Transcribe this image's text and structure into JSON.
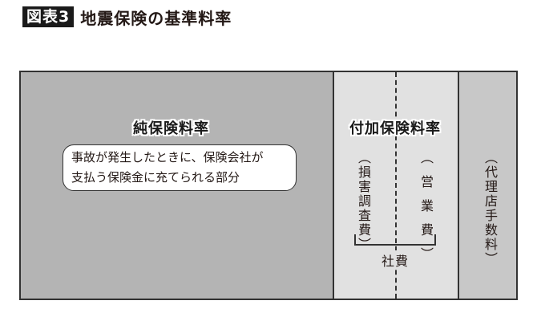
{
  "header": {
    "figure_label": "図表3",
    "title": "地震保険の基準料率"
  },
  "diagram": {
    "pure_premium": {
      "heading": "純保険料率",
      "description_line1": "事故が発生したときに、保険会社が",
      "description_line2": "支払う保険金に充てられる部分",
      "color": "#b4b4b4"
    },
    "loading_premium": {
      "heading": "付加保険料率",
      "color": "#e1e1e1",
      "items": [
        {
          "label": "（損害調査費）"
        },
        {
          "label": "（営業費）"
        }
      ],
      "group_label": "社費"
    },
    "agent_commission": {
      "label": "（代理店手数料）",
      "color": "#c8c8c8"
    }
  }
}
